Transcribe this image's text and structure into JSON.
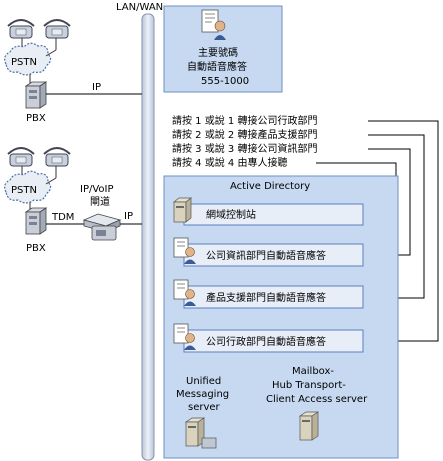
{
  "lan_wan_label": "LAN/WAN",
  "left_top": {
    "pstn_label": "PSTN",
    "pbx_label": "PBX",
    "ip_label": "IP"
  },
  "left_bottom": {
    "pstn_label": "PSTN",
    "pbx_label": "PBX",
    "gateway_label_line1": "IP/VoIP",
    "gateway_label_line2": "閘道",
    "tdm_label": "TDM",
    "ip_label": "IP"
  },
  "main_aa": {
    "line1": "主要號碼",
    "line2": "自動語音應答",
    "line3": "555-1000"
  },
  "menu": [
    "請按 1 或說 1 轉接公司行政部門",
    "請按 2 或說 2 轉接產品支援部門",
    "請按 3 或說 3 轉接公司資訊部門",
    "請按 4 或說 4 由專人接聽"
  ],
  "ad": {
    "title": "Active Directory",
    "items": [
      "網域控制站",
      "公司資訊部門自動語音應答",
      "產品支援部門自動語音應答",
      "公司行政部門自動語音應答"
    ]
  },
  "servers": {
    "um_line1": "Unified",
    "um_line2": "Messaging",
    "um_line3": "server",
    "mb_line1": "Mailbox-",
    "mb_line2": "Hub Transport-",
    "mb_line3": "Client Access server"
  },
  "colors": {
    "panel_fill": "#c6d9f1",
    "panel_border": "#6d8fc4",
    "bar_fill": "#e8eef8",
    "bar_border": "#5b7fbf",
    "backbone": "#d4dcea",
    "cloud": "#e9eef5"
  }
}
